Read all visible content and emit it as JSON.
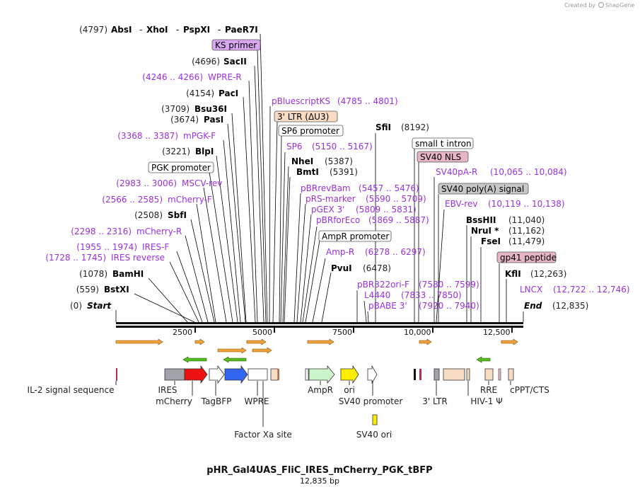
{
  "credit": "Created by",
  "credit_brand": "SnapGene",
  "title": "pHR_Gal4UAS_FliC_IRES_mCherry_PGK_tBFP",
  "subtitle": "12,835 bp",
  "axis_ticks": [
    "2500",
    "5000",
    "7500",
    "10,000",
    "12,500"
  ],
  "top_enzyme_pos": "(4797)",
  "top_enzymes": [
    "AbsI",
    "XhoI",
    "PspXI",
    "PaeR7I"
  ],
  "top_sep": "-",
  "left_sites": [
    {
      "pos": "(4696)",
      "name": "SacII",
      "kind": "enzyme"
    },
    {
      "pos": "(4246 .. 4266)",
      "name": "WPRE-R",
      "kind": "primer"
    },
    {
      "pos": "(4154)",
      "name": "PacI",
      "kind": "enzyme"
    },
    {
      "pos": "(3709)",
      "name": "Bsu36I",
      "kind": "enzyme"
    },
    {
      "pos": "(3674)",
      "name": "PasI",
      "kind": "enzyme"
    },
    {
      "pos": "(3368 .. 3387)",
      "name": "mPGK-F",
      "kind": "primer"
    },
    {
      "pos": "(3221)",
      "name": "BlpI",
      "kind": "enzyme"
    },
    {
      "pos": "(2983 .. 3006)",
      "name": "MSCV-rev",
      "kind": "primer"
    },
    {
      "pos": "(2566 .. 2585)",
      "name": "mCherry-F",
      "kind": "primer"
    },
    {
      "pos": "(2508)",
      "name": "SbfI",
      "kind": "enzyme"
    },
    {
      "pos": "(2298 .. 2316)",
      "name": "mCherry-R",
      "kind": "primer"
    },
    {
      "pos": "(1955 .. 1974)",
      "name": "IRES-F",
      "kind": "primer"
    },
    {
      "pos": "(1728 .. 1745)",
      "name": "IRES reverse",
      "kind": "primer"
    },
    {
      "pos": "(1078)",
      "name": "BamHI",
      "kind": "enzyme"
    },
    {
      "pos": "(559)",
      "name": "BstXI",
      "kind": "enzyme"
    },
    {
      "pos": "(0)",
      "name": "Start",
      "kind": "start"
    }
  ],
  "right_sites": [
    {
      "name": "pBluescriptKS",
      "pos": "(4785 .. 4801)",
      "kind": "primer"
    },
    {
      "name": "SfiI",
      "pos": "(8192)",
      "kind": "enzyme"
    },
    {
      "name": "SP6",
      "pos": "(5150 .. 5167)",
      "kind": "primer"
    },
    {
      "name": "NheI",
      "pos": "(5387)",
      "kind": "enzyme"
    },
    {
      "name": "BmtI",
      "pos": "(5391)",
      "kind": "enzyme"
    },
    {
      "name": "SV40pA-R",
      "pos": "(10,065 .. 10,084)",
      "kind": "primer"
    },
    {
      "name": "pBRrevBam",
      "pos": "(5457 .. 5476)",
      "kind": "primer"
    },
    {
      "name": "pRS-marker",
      "pos": "(5690 .. 5709)",
      "kind": "primer"
    },
    {
      "name": "EBV-rev",
      "pos": "(10,119 .. 10,138)",
      "kind": "primer"
    },
    {
      "name": "pGEX 3'",
      "pos": "(5809 .. 5831)",
      "kind": "primer"
    },
    {
      "name": "BssHII",
      "pos": "(11,040)",
      "kind": "enzyme"
    },
    {
      "name": "pBRforEco",
      "pos": "(5869 .. 5887)",
      "kind": "primer"
    },
    {
      "name": "NruI *",
      "pos": "(11,162)",
      "kind": "enzyme"
    },
    {
      "name": "FseI",
      "pos": "(11,479)",
      "kind": "enzyme"
    },
    {
      "name": "Amp-R",
      "pos": "(6278 .. 6297)",
      "kind": "primer"
    },
    {
      "name": "PvuI",
      "pos": "(6478)",
      "kind": "enzyme"
    },
    {
      "name": "KflI",
      "pos": "(12,263)",
      "kind": "enzyme"
    },
    {
      "name": "pBR322ori-F",
      "pos": "(7580 .. 7599)",
      "kind": "primer"
    },
    {
      "name": "LNCX",
      "pos": "(12,722 .. 12,746)",
      "kind": "primer"
    },
    {
      "name": "L4440",
      "pos": "(7833 .. 7850)",
      "kind": "primer"
    },
    {
      "name": "pBABE 3'",
      "pos": "(7920 .. 7940)",
      "kind": "primer"
    },
    {
      "name": "End",
      "pos": "(12,835)",
      "kind": "end"
    }
  ],
  "boxed_features": [
    {
      "name": "KS primer",
      "color": "#d9a6f0"
    },
    {
      "name": "3' LTR (ΔU3)",
      "color": "#f9dcc4"
    },
    {
      "name": "SP6 promoter",
      "color": "#ffffff"
    },
    {
      "name": "PGK promoter",
      "color": "#ffffff"
    },
    {
      "name": "small t intron",
      "color": "#ffffff"
    },
    {
      "name": "SV40 NLS",
      "color": "#e8b4c8"
    },
    {
      "name": "SV40 poly(A) signal",
      "color": "#c8c8c8"
    },
    {
      "name": "AmpR promoter",
      "color": "#ffffff"
    },
    {
      "name": "gp41 peptide",
      "color": "#e8b4c8"
    }
  ],
  "feature_labels": [
    "IL-2 signal sequence",
    "IRES",
    "mCherry",
    "TagBFP",
    "WPRE",
    "AmpR",
    "ori",
    "SV40 promoter",
    "3' LTR",
    "HIV-1 Ψ",
    "RRE",
    "cPPT/CTS",
    "Factor Xa site",
    "SV40 ori"
  ],
  "colors": {
    "enzyme": "#000000",
    "primer": "#9b30e0",
    "mcherry": "#ee1111",
    "tagbfp": "#3366ee",
    "ampr": "#ccf5cc",
    "ori": "#ffee00",
    "ires": "#a0a4a8",
    "ltr": "#f9dcc4",
    "primer_arrow": "#f3a23a",
    "primer_arrow_rev": "#55bb22"
  }
}
